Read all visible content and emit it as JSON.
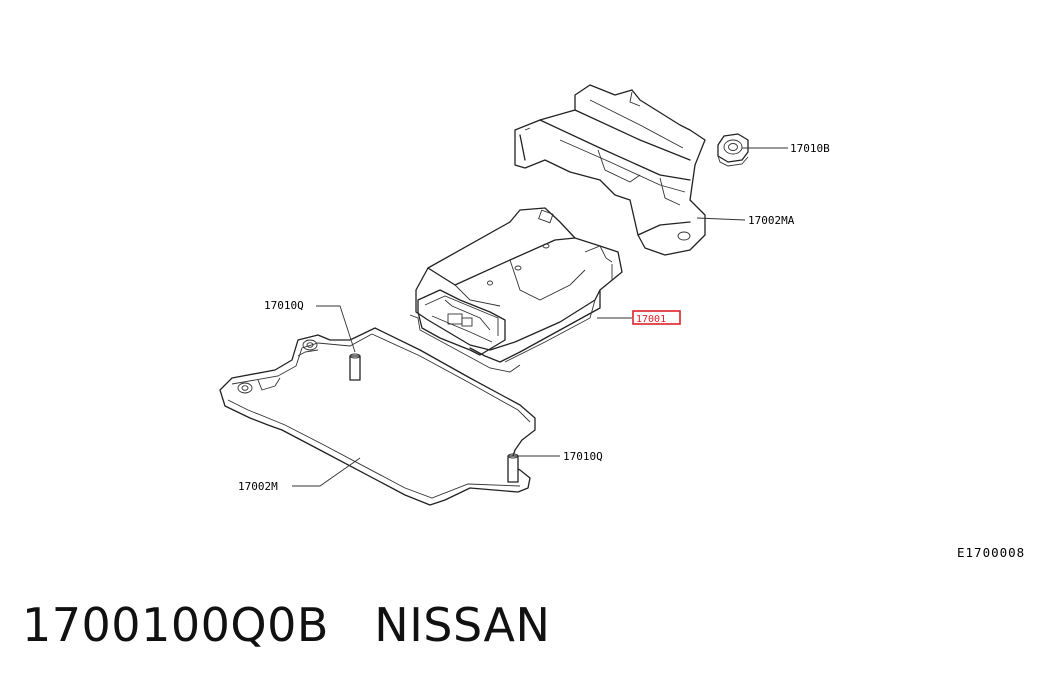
{
  "diagram": {
    "callouts": {
      "nut": "17010B",
      "bracket_upper": "17002MA",
      "module": "17001",
      "stud_left": "17010Q",
      "stud_right": "17010Q",
      "bracket_lower": "17002M"
    },
    "reference_code": "E1700008",
    "highlight_color": "#e0202a"
  },
  "caption": {
    "part_number": "1700100Q0B",
    "brand": "NISSAN"
  }
}
